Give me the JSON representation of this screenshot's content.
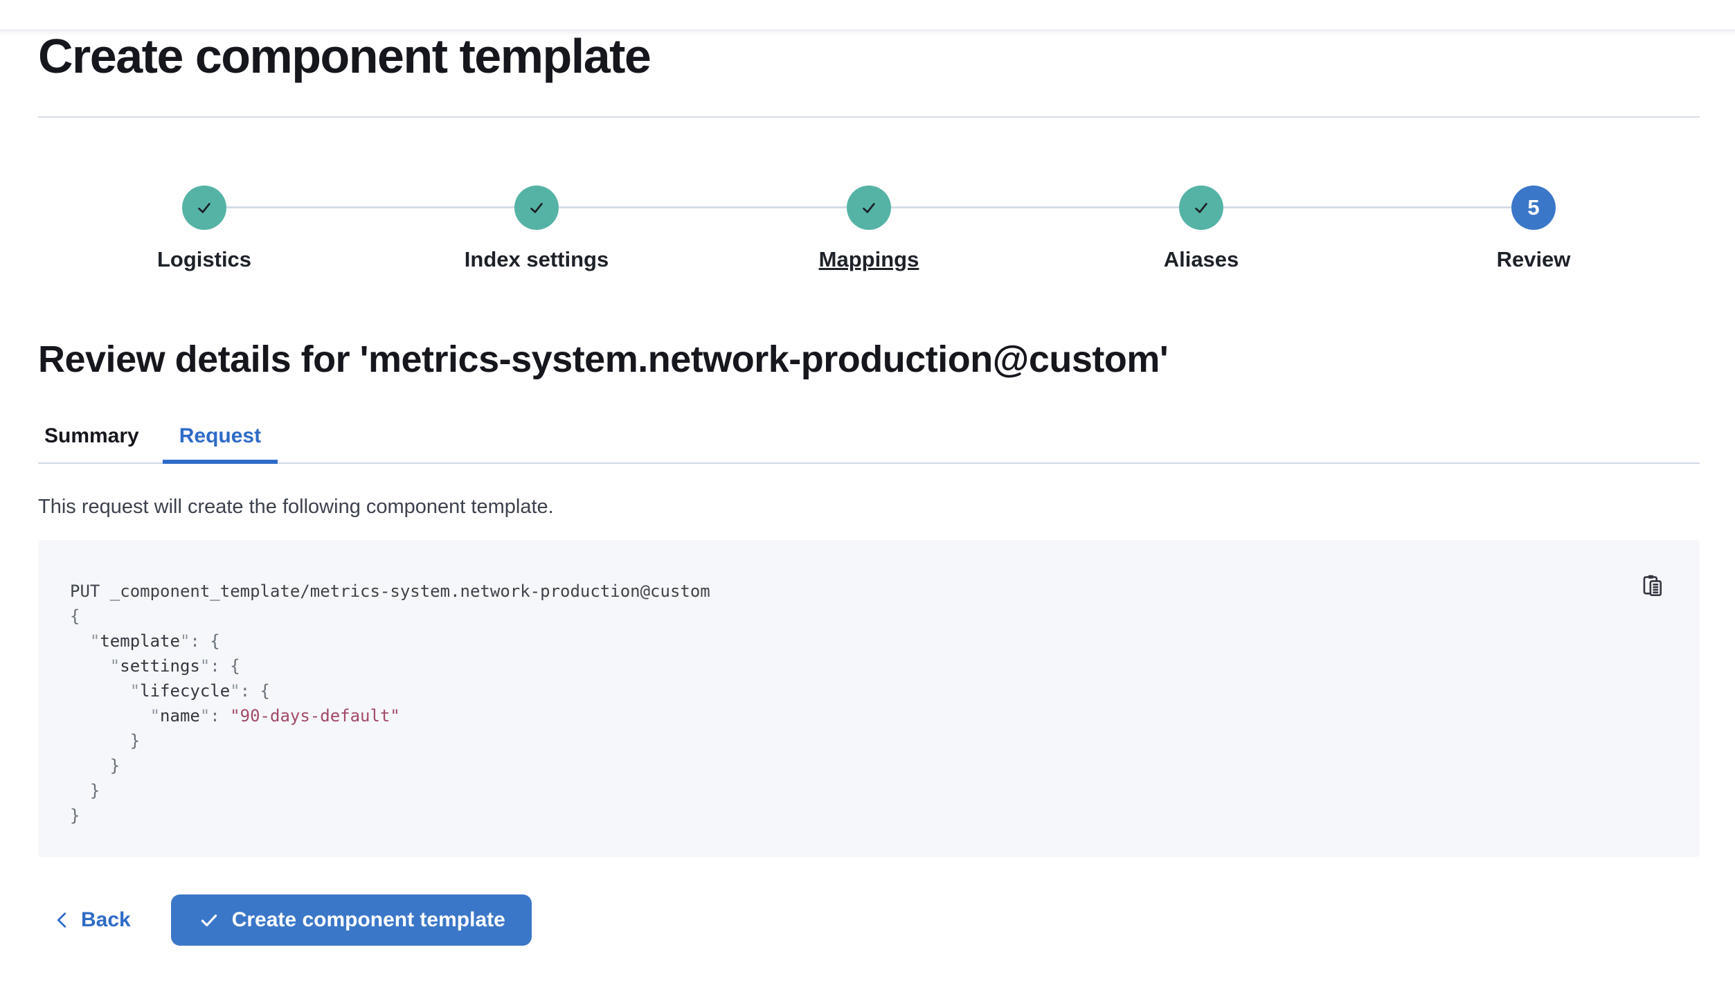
{
  "page": {
    "title": "Create component template"
  },
  "stepper": {
    "steps": [
      {
        "label": "Logistics",
        "status": "complete",
        "underlined": false
      },
      {
        "label": "Index settings",
        "status": "complete",
        "underlined": false
      },
      {
        "label": "Mappings",
        "status": "complete",
        "underlined": true
      },
      {
        "label": "Aliases",
        "status": "complete",
        "underlined": false
      },
      {
        "label": "Review",
        "status": "current",
        "underlined": false,
        "number": "5"
      }
    ]
  },
  "review": {
    "heading": "Review details for 'metrics-system.network-production@custom'",
    "tabs": [
      {
        "label": "Summary",
        "active": false
      },
      {
        "label": "Request",
        "active": true
      }
    ],
    "description": "This request will create the following component template."
  },
  "code": {
    "lines": [
      [
        {
          "t": "PUT _component_template/metrics-system.network-production@custom",
          "c": "d"
        }
      ],
      [
        {
          "t": "{",
          "c": "p"
        }
      ],
      [
        {
          "t": "  ",
          "c": "d"
        },
        {
          "t": "\"",
          "c": "q"
        },
        {
          "t": "template",
          "c": "k"
        },
        {
          "t": "\"",
          "c": "q"
        },
        {
          "t": ": {",
          "c": "p"
        }
      ],
      [
        {
          "t": "    ",
          "c": "d"
        },
        {
          "t": "\"",
          "c": "q"
        },
        {
          "t": "settings",
          "c": "k"
        },
        {
          "t": "\"",
          "c": "q"
        },
        {
          "t": ": {",
          "c": "p"
        }
      ],
      [
        {
          "t": "      ",
          "c": "d"
        },
        {
          "t": "\"",
          "c": "q"
        },
        {
          "t": "lifecycle",
          "c": "k"
        },
        {
          "t": "\"",
          "c": "q"
        },
        {
          "t": ": {",
          "c": "p"
        }
      ],
      [
        {
          "t": "        ",
          "c": "d"
        },
        {
          "t": "\"",
          "c": "q"
        },
        {
          "t": "name",
          "c": "k"
        },
        {
          "t": "\"",
          "c": "q"
        },
        {
          "t": ": ",
          "c": "p"
        },
        {
          "t": "\"90-days-default\"",
          "c": "s"
        }
      ],
      [
        {
          "t": "      }",
          "c": "p"
        }
      ],
      [
        {
          "t": "    }",
          "c": "p"
        }
      ],
      [
        {
          "t": "  }",
          "c": "p"
        }
      ],
      [
        {
          "t": "}",
          "c": "p"
        }
      ]
    ]
  },
  "footer": {
    "back_label": "Back",
    "create_label": "Create component template"
  },
  "icons": {
    "step_complete": "check-icon",
    "current_step_number": "5",
    "copy": "copy-clipboard-icon",
    "back": "chevron-left-icon",
    "create": "check-icon"
  },
  "colors": {
    "success_teal": "#55B3A6",
    "primary_fill": "#3B77C8",
    "primary_text": "#2E6BC7",
    "divider": "#D3DAE6",
    "code_background": "#F5F7FA",
    "code_string": "#A34A68",
    "code_punctuation": "#6A7079",
    "heading_text": "#16171D"
  }
}
